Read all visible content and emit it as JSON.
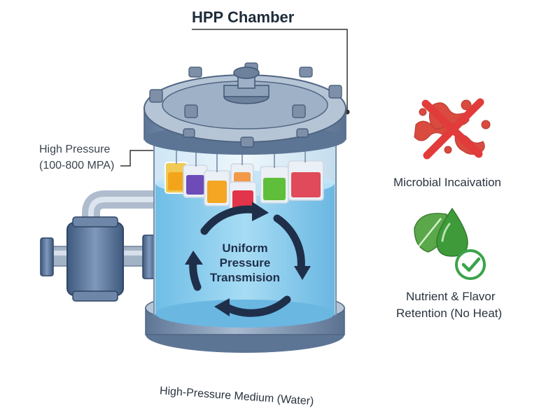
{
  "diagram": {
    "title": "HPP Chamber",
    "pressure_label": {
      "line1": "High Pressure",
      "line2": "(100-800 MPA)"
    },
    "center_label": {
      "line1": "Uniform",
      "line2": "Pressure",
      "line3": "Transmision"
    },
    "medium_label": "High-Pressure Medium (Water)",
    "benefit_microbial": "Microbial Incaivation",
    "benefit_nutrient": {
      "line1": "Nutrient & Flavor",
      "line2": "Retention (No Heat)"
    },
    "colors": {
      "steel": "#7a8fa8",
      "steel_dark": "#4f6582",
      "water": "#8fd0ef",
      "arrow": "#1f2f4a",
      "microbe": "#d94a3f",
      "leaf": "#5aa84a",
      "check": "#3aa34a"
    },
    "icons": [
      "microbe-icon",
      "no-symbol-icon",
      "leaf-icon",
      "droplet-icon",
      "checkmark-icon",
      "circular-arrows-icon",
      "pump-icon"
    ]
  }
}
